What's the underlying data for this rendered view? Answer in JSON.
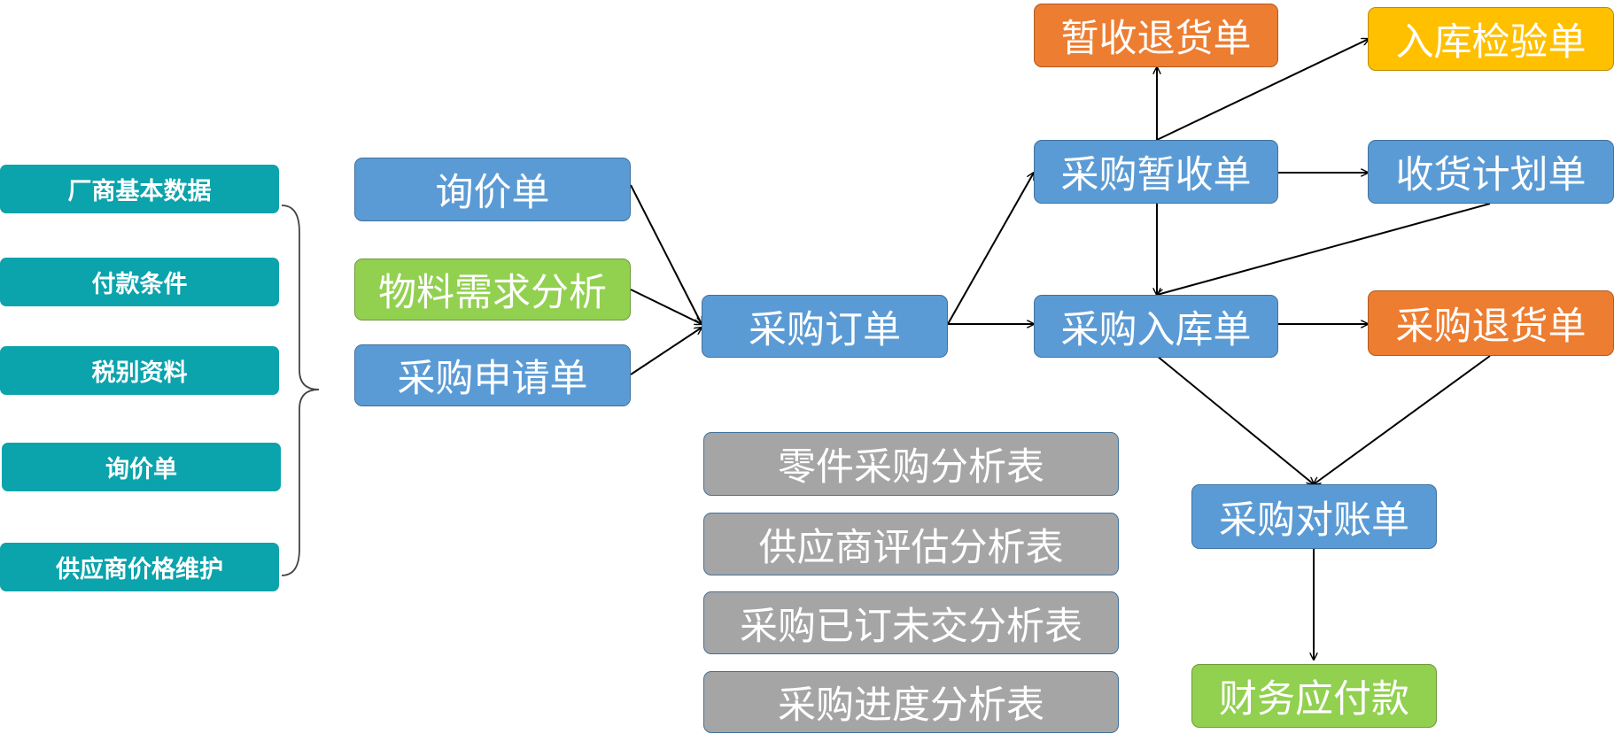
{
  "left_panel": {
    "items": [
      {
        "label": "厂商基本数据"
      },
      {
        "label": "付款条件"
      },
      {
        "label": "税别资料"
      },
      {
        "label": "询价单"
      },
      {
        "label": "供应商价格维护"
      }
    ]
  },
  "inputs": {
    "inquiry": "询价单",
    "material_analysis": "物料需求分析",
    "purchase_requisition": "采购申请单"
  },
  "purchase_order": "采购订单",
  "reports": [
    {
      "label": "零件采购分析表"
    },
    {
      "label": "供应商评估分析表"
    },
    {
      "label": "采购已订未交分析表"
    },
    {
      "label": "采购进度分析表"
    }
  ],
  "receiving": {
    "temp_return": "暂收退货单",
    "inspection": "入库检验单",
    "temp_receipt": "采购暂收单",
    "receipt_plan": "收货计划单",
    "stock_in": "采购入库单",
    "purchase_return": "采购退货单"
  },
  "reconciliation": "采购对账单",
  "payable": "财务应付款",
  "colors": {
    "teal": "#0ba3ac",
    "blue": "#5b9bd5",
    "green": "#92d050",
    "orange": "#ed7d31",
    "yellow": "#ffc000",
    "gray": "#a5a5a5",
    "border": "#41719c",
    "connector": "#000000"
  }
}
